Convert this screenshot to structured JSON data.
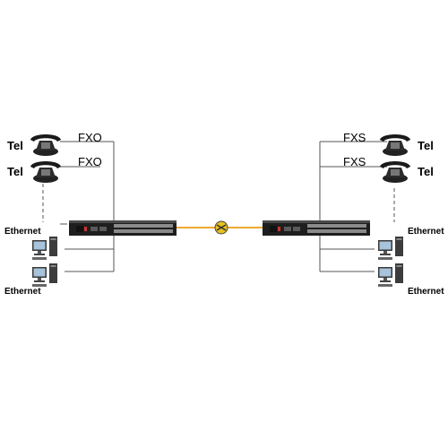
{
  "left": {
    "port_labels": [
      "FXO",
      "FXO"
    ],
    "tel_labels": [
      "Tel",
      "Tel"
    ],
    "ethernet_labels": [
      "Ethernet",
      "Ethernet"
    ]
  },
  "right": {
    "port_labels": [
      "FXS",
      "FXS"
    ],
    "tel_labels": [
      "Tel",
      "Tel"
    ],
    "ethernet_labels": [
      "Ethernet",
      "Ethernet"
    ]
  },
  "icons": {
    "phone": "telephone-icon",
    "computer": "desktop-computer-icon",
    "device": "voice-multiplexer-device-icon",
    "fiber": "fiber-optic-link-icon"
  },
  "colors": {
    "fiber": "#f0a830",
    "lines": "#555555",
    "device": "#3a3a3a",
    "dots": "#aaaaaa"
  }
}
